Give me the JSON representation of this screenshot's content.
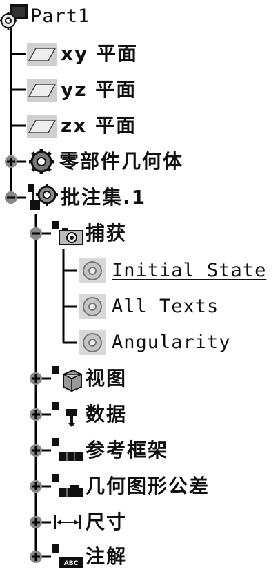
{
  "tree": {
    "root": {
      "label": "Part1",
      "icon": "part-icon"
    },
    "planes": [
      {
        "label": "xy 平面",
        "icon": "plane-icon"
      },
      {
        "label": "yz 平面",
        "icon": "plane-icon"
      },
      {
        "label": "zx 平面",
        "icon": "plane-icon"
      }
    ],
    "geometry_body": {
      "label": "零部件几何体",
      "icon": "gears-icon",
      "toggle": "expand"
    },
    "annotation_set": {
      "label": "批注集.1",
      "icon": "annotation-set-icon",
      "toggle": "collapse"
    },
    "capture": {
      "label": "捕获",
      "icon": "camera-icon",
      "toggle": "collapse"
    },
    "captures": [
      {
        "label": "Initial State",
        "icon": "capture-icon",
        "underlined": true
      },
      {
        "label": "All Texts",
        "icon": "capture-icon",
        "underlined": false
      },
      {
        "label": "Angularity",
        "icon": "capture-icon",
        "underlined": false
      }
    ],
    "view": {
      "label": "视图",
      "icon": "view-icon",
      "toggle": "expand"
    },
    "data": {
      "label": "数据",
      "icon": "datum-icon",
      "toggle": "expand"
    },
    "reference_frame": {
      "label": "参考框架",
      "icon": "reference-frame-icon",
      "toggle": "expand"
    },
    "gdt": {
      "label": "几何图形公差",
      "icon": "tolerance-icon",
      "toggle": "expand"
    },
    "dimension": {
      "label": "尺寸",
      "icon": "dimension-icon",
      "toggle": "expand"
    },
    "notes": {
      "label": "注解",
      "icon": "text-abc-icon",
      "toggle": "expand"
    }
  }
}
